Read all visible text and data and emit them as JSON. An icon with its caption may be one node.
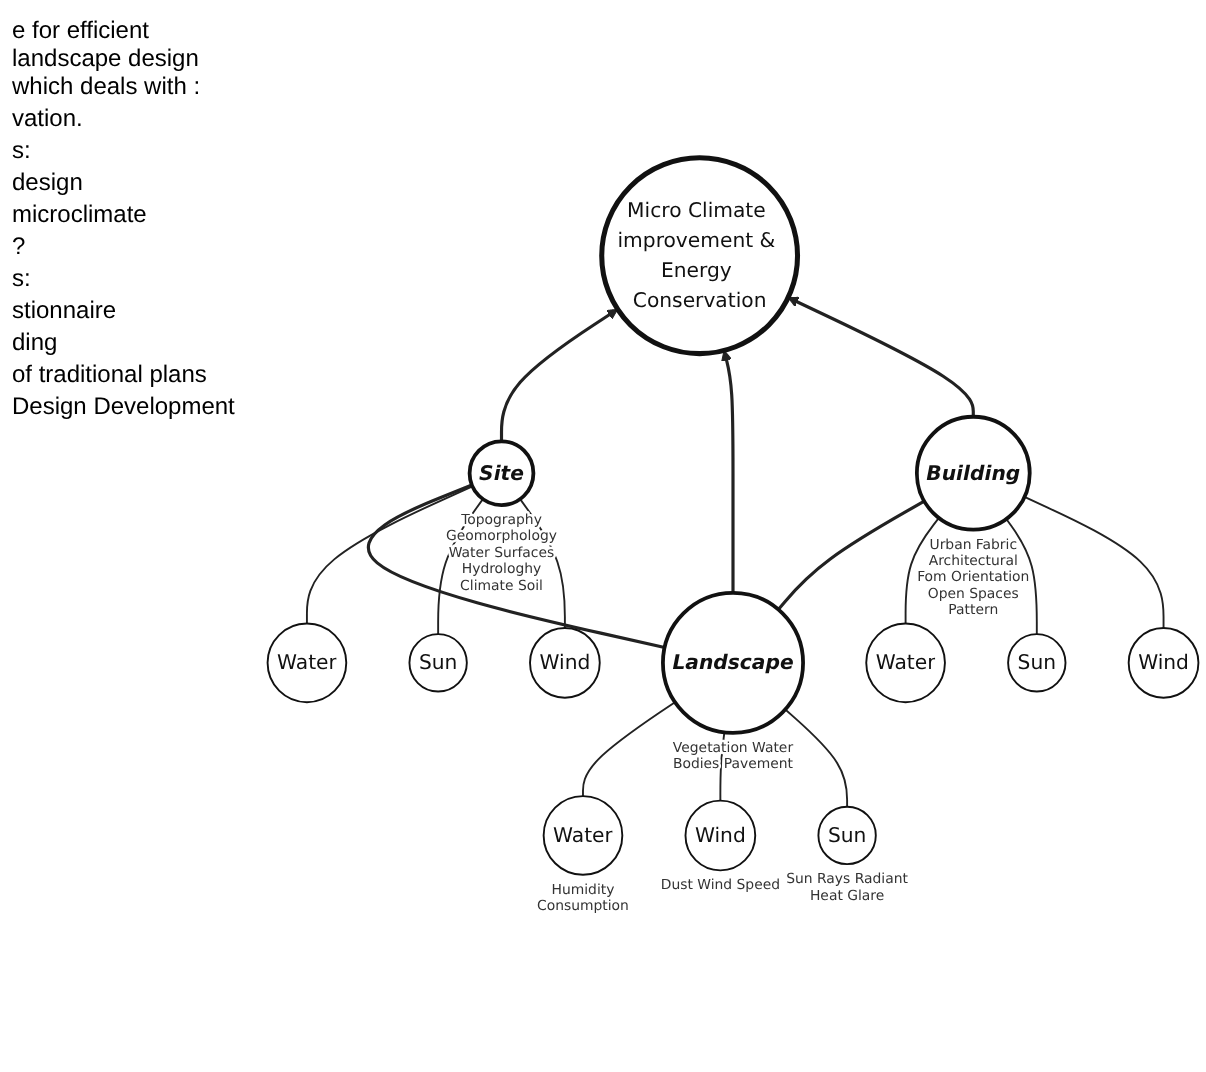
{
  "diagram": {
    "nodes": [
      {
        "text": [
          "Micro Climate improvement & Energy Conservation"
        ]
      },
      {
        "text": [
          "Site"
        ],
        "beside": [
          "Topography Geomorphology Water Surfaces Hydrologhy Climate Soil"
        ]
      },
      {
        "text": [
          "Water"
        ]
      },
      {
        "text": [
          "Sun"
        ]
      },
      {
        "text": [
          "Wind"
        ]
      },
      {
        "text": [
          "Building"
        ],
        "beside": [
          "Urban Fabric Architectural Fom Orientation Open Spaces Pattern"
        ]
      },
      {
        "text": [
          "Water"
        ]
      },
      {
        "text": [
          "Sun"
        ]
      },
      {
        "text": [
          "Wind"
        ]
      },
      {
        "text": [
          "Landscape"
        ],
        "beside": [
          "Vegetation Water Bodies Pavement"
        ]
      },
      {
        "text": [
          "Water"
        ],
        "beside": [
          "Humidity Consumption"
        ]
      },
      {
        "text": [
          "Wind"
        ],
        "beside": [
          "Dust Wind Speed"
        ]
      },
      {
        "text": [
          "Sun"
        ],
        "beside": [
          "Sun Rays Radiant Heat Glare"
        ]
      }
    ],
    "edges": [
      {
        "from": 1,
        "to": 0,
        "arrow": "to"
      },
      {
        "from": 9,
        "to": 0,
        "arrow": "to"
      },
      {
        "from": 5,
        "to": 0,
        "arrow": "to"
      },
      {
        "from": 9,
        "to": 1,
        "arrow": "none"
      },
      {
        "from": 9,
        "to": 5,
        "arrow": "none"
      },
      {
        "from": 2,
        "to": 1,
        "arrow": "none"
      },
      {
        "from": 3,
        "to": 1,
        "arrow": "none"
      },
      {
        "from": 4,
        "to": 1,
        "arrow": "none"
      },
      {
        "from": 6,
        "to": 5,
        "arrow": "none"
      },
      {
        "from": 7,
        "to": 5,
        "arrow": "none"
      },
      {
        "from": 8,
        "to": 5,
        "arrow": "none"
      },
      {
        "from": 10,
        "to": 9,
        "arrow": "none"
      },
      {
        "from": 11,
        "to": 9,
        "arrow": "none"
      },
      {
        "from": 12,
        "to": 9,
        "arrow": "none"
      }
    ],
    "labels": [
      "e for efficient landscape design which deals with :",
      "vation.",
      "s:",
      "design",
      "microclimate",
      "?",
      "s:",
      "stionnaire",
      "ding",
      "of traditional plans",
      "Design Development"
    ]
  }
}
